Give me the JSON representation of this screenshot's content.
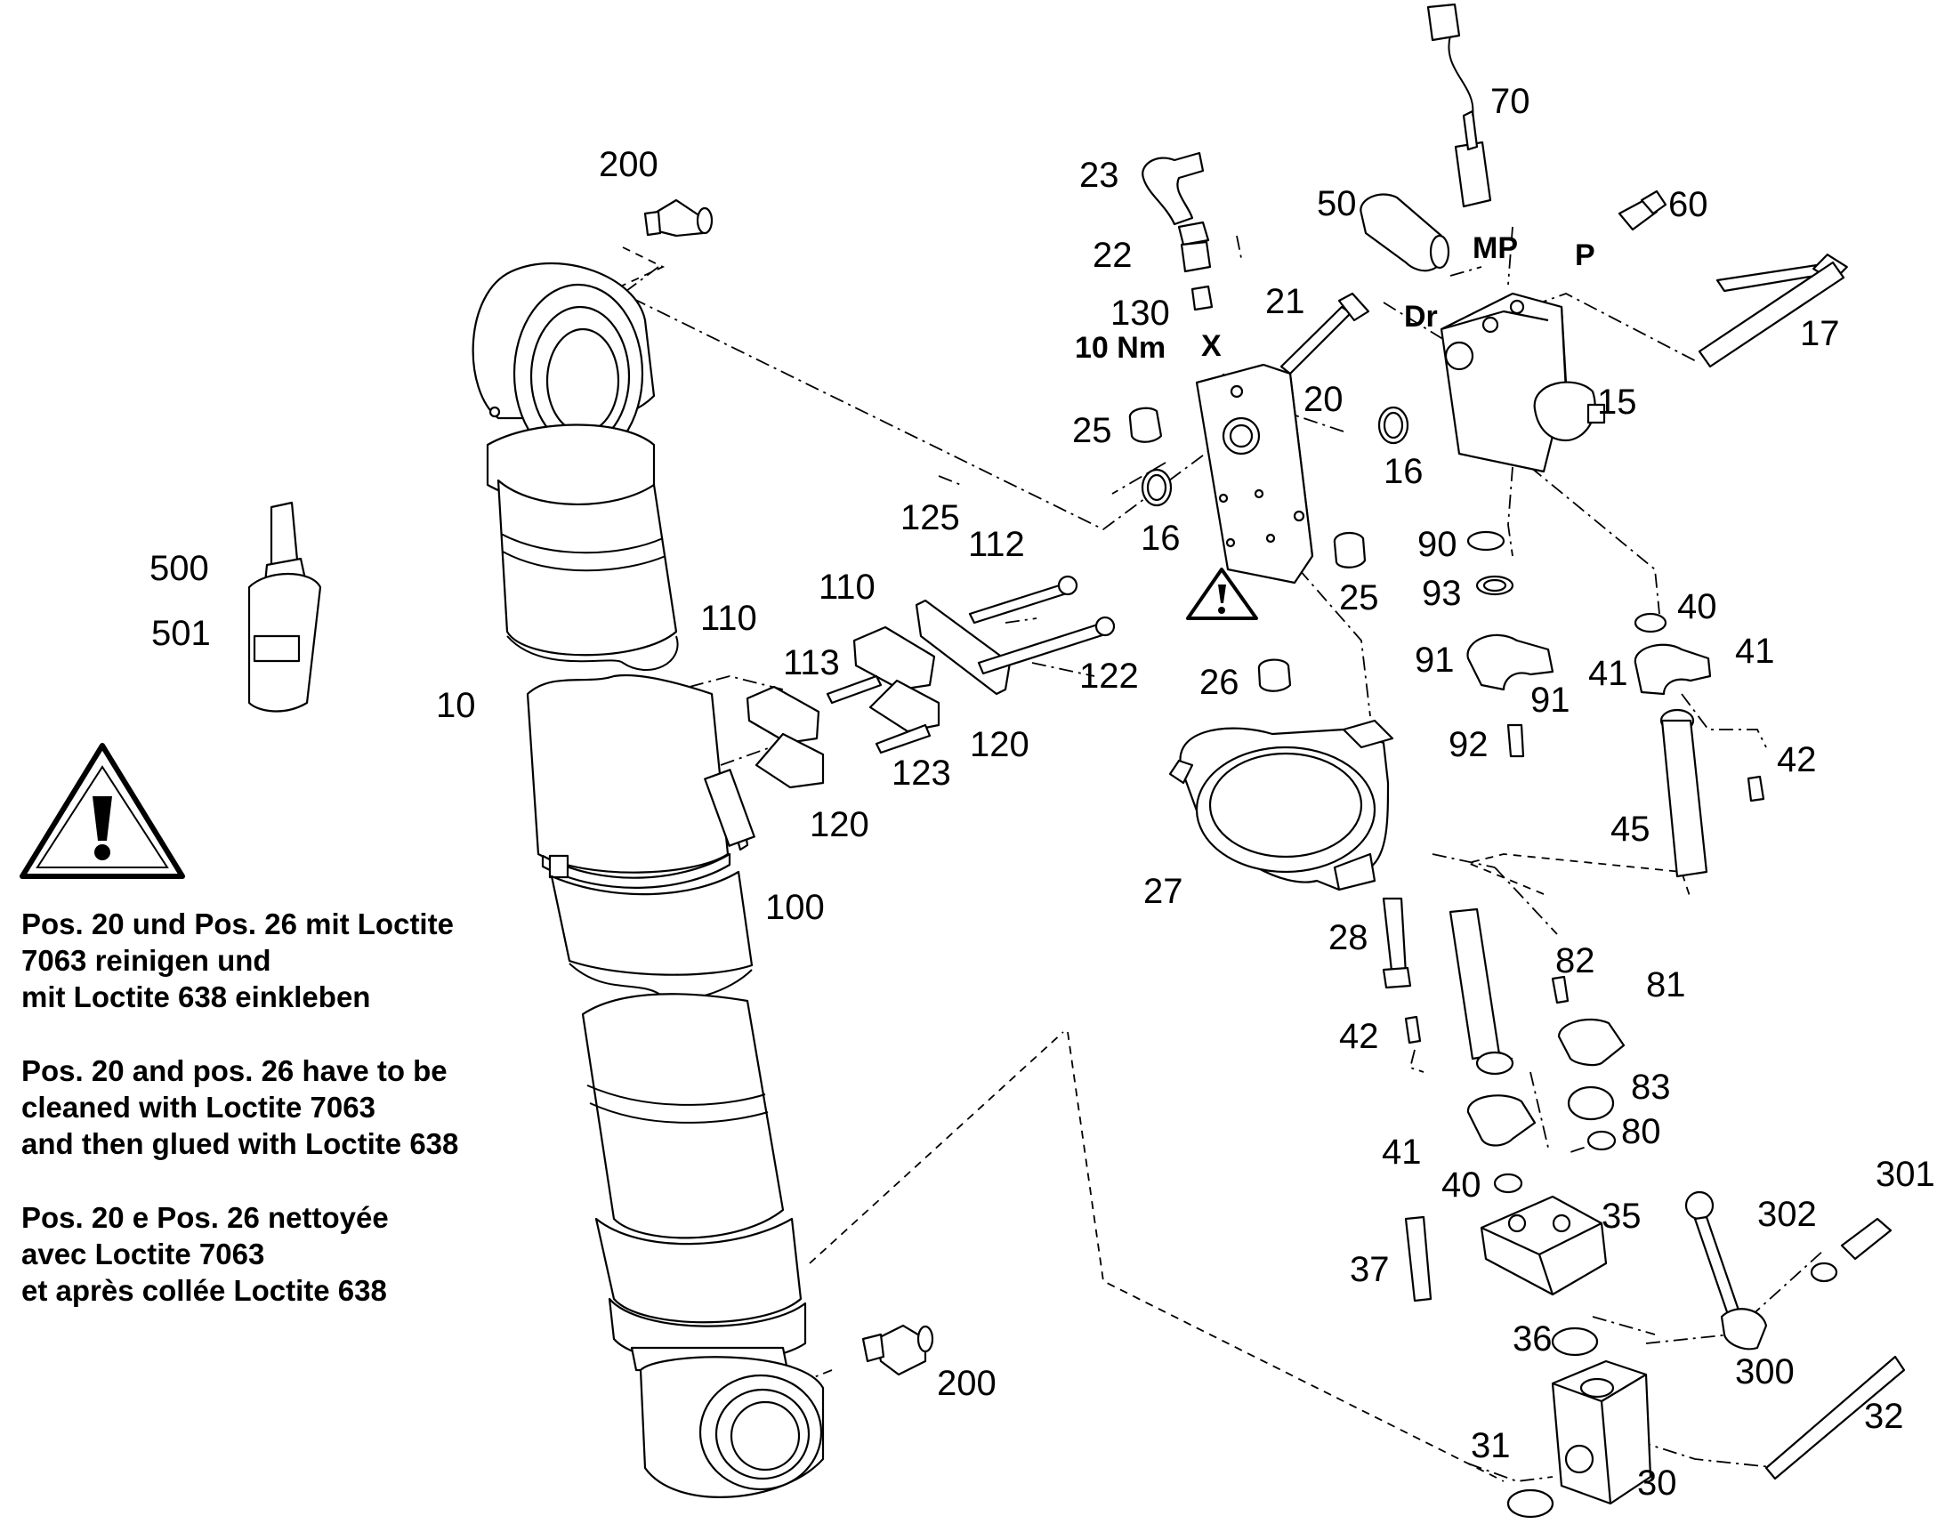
{
  "port_labels": {
    "x": "X",
    "mp": "MP",
    "p": "P",
    "dr": "Dr",
    "torque": "10 Nm"
  },
  "position_numbers": {
    "p10": "10",
    "p15": "15",
    "p16a": "16",
    "p16b": "16",
    "p17": "17",
    "p20": "20",
    "p21": "21",
    "p22": "22",
    "p23": "23",
    "p25a": "25",
    "p25b": "25",
    "p26": "26",
    "p27": "27",
    "p28": "28",
    "p30": "30",
    "p31": "31",
    "p32": "32",
    "p35": "35",
    "p36": "36",
    "p37": "37",
    "p40a": "40",
    "p40b": "40",
    "p41a": "41",
    "p41b": "41",
    "p41c": "41",
    "p42a": "42",
    "p42b": "42",
    "p45": "45",
    "p50": "50",
    "p60": "60",
    "p70": "70",
    "p80": "80",
    "p81": "81",
    "p82": "82",
    "p83": "83",
    "p90": "90",
    "p91a": "91",
    "p91b": "91",
    "p92": "92",
    "p93": "93",
    "p100": "100",
    "p110a": "110",
    "p110b": "110",
    "p112": "112",
    "p113": "113",
    "p120a": "120",
    "p120b": "120",
    "p122": "122",
    "p123": "123",
    "p125": "125",
    "p130": "130",
    "p200a": "200",
    "p200b": "200",
    "p300": "300",
    "p301": "301",
    "p302": "302",
    "p500": "500",
    "p501": "501"
  },
  "notes": {
    "de": [
      "Pos. 20 und Pos. 26 mit Loctite",
      "7063 reinigen und",
      "mit Loctite 638 einkleben"
    ],
    "en": [
      "Pos. 20 and pos. 26 have to be",
      "cleaned with Loctite 7063",
      "and then glued with Loctite 638"
    ],
    "fr": [
      "Pos. 20 e Pos. 26 nettoyée",
      "avec Loctite 7063",
      "et après collée Loctite 638"
    ]
  }
}
